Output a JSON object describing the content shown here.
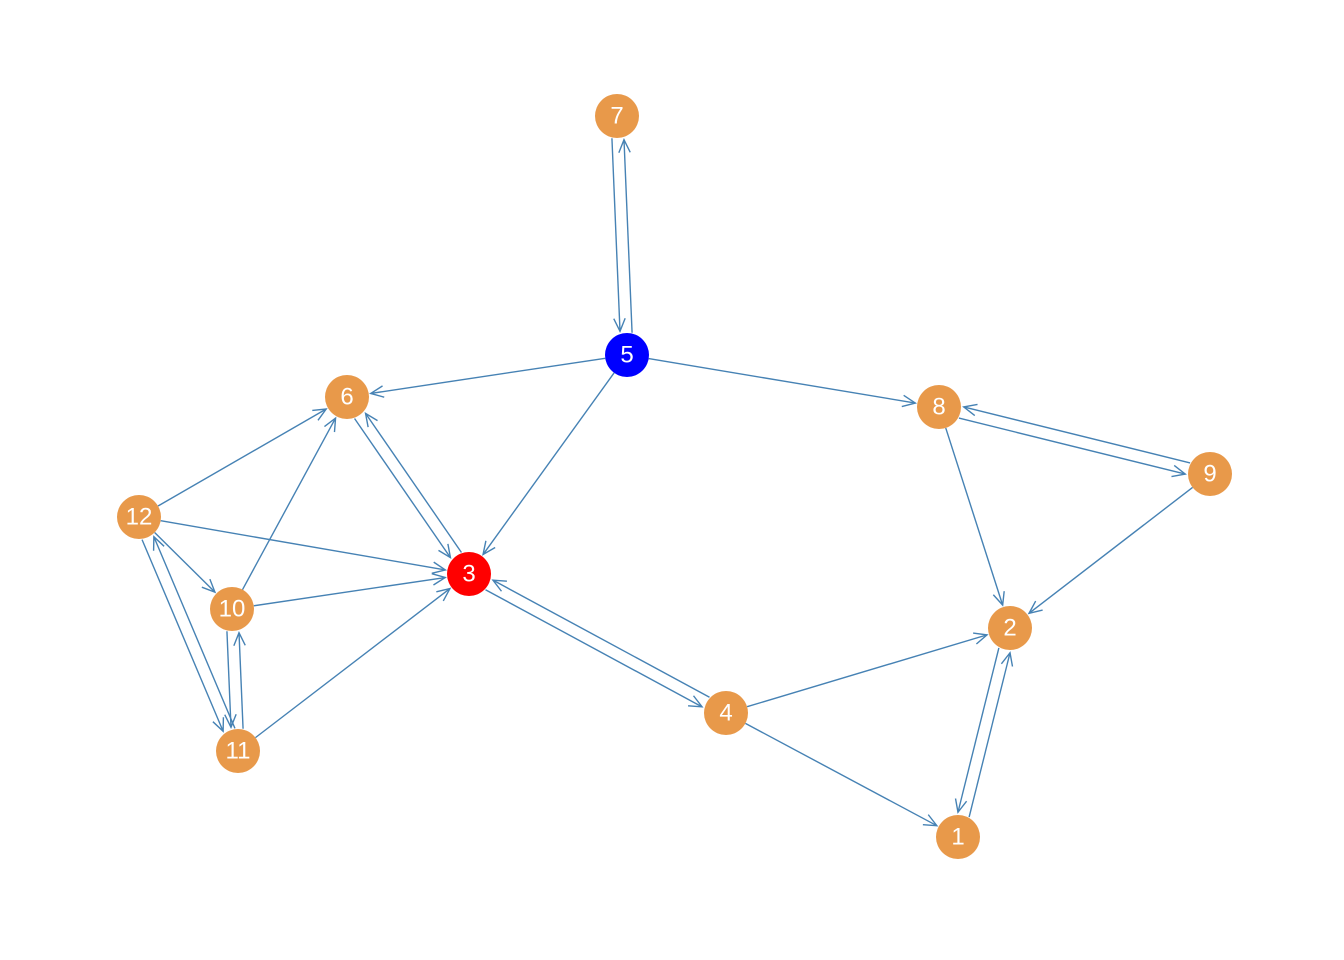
{
  "graph": {
    "edge_color": "#4682B4",
    "default_node_color": "#E8994A",
    "nodes": [
      {
        "id": "1",
        "label": "1",
        "color": "#E8994A"
      },
      {
        "id": "2",
        "label": "2",
        "color": "#E8994A"
      },
      {
        "id": "3",
        "label": "3",
        "color": "#FF0000"
      },
      {
        "id": "4",
        "label": "4",
        "color": "#E8994A"
      },
      {
        "id": "5",
        "label": "5",
        "color": "#0000FF"
      },
      {
        "id": "6",
        "label": "6",
        "color": "#E8994A"
      },
      {
        "id": "7",
        "label": "7",
        "color": "#E8994A"
      },
      {
        "id": "8",
        "label": "8",
        "color": "#E8994A"
      },
      {
        "id": "9",
        "label": "9",
        "color": "#E8994A"
      },
      {
        "id": "10",
        "label": "10",
        "color": "#E8994A"
      },
      {
        "id": "11",
        "label": "11",
        "color": "#E8994A"
      },
      {
        "id": "12",
        "label": "12",
        "color": "#E8994A"
      }
    ],
    "edges": [
      {
        "from": "7",
        "to": "5"
      },
      {
        "from": "5",
        "to": "7"
      },
      {
        "from": "5",
        "to": "6"
      },
      {
        "from": "5",
        "to": "8"
      },
      {
        "from": "5",
        "to": "3"
      },
      {
        "from": "6",
        "to": "3"
      },
      {
        "from": "3",
        "to": "6"
      },
      {
        "from": "3",
        "to": "4"
      },
      {
        "from": "4",
        "to": "3"
      },
      {
        "from": "4",
        "to": "2"
      },
      {
        "from": "4",
        "to": "1"
      },
      {
        "from": "2",
        "to": "1"
      },
      {
        "from": "1",
        "to": "2"
      },
      {
        "from": "8",
        "to": "9"
      },
      {
        "from": "9",
        "to": "8"
      },
      {
        "from": "8",
        "to": "2"
      },
      {
        "from": "9",
        "to": "2"
      },
      {
        "from": "12",
        "to": "6"
      },
      {
        "from": "12",
        "to": "3"
      },
      {
        "from": "12",
        "to": "10"
      },
      {
        "from": "12",
        "to": "11"
      },
      {
        "from": "11",
        "to": "12"
      },
      {
        "from": "10",
        "to": "6"
      },
      {
        "from": "10",
        "to": "3"
      },
      {
        "from": "10",
        "to": "11"
      },
      {
        "from": "11",
        "to": "10"
      },
      {
        "from": "11",
        "to": "3"
      }
    ]
  }
}
